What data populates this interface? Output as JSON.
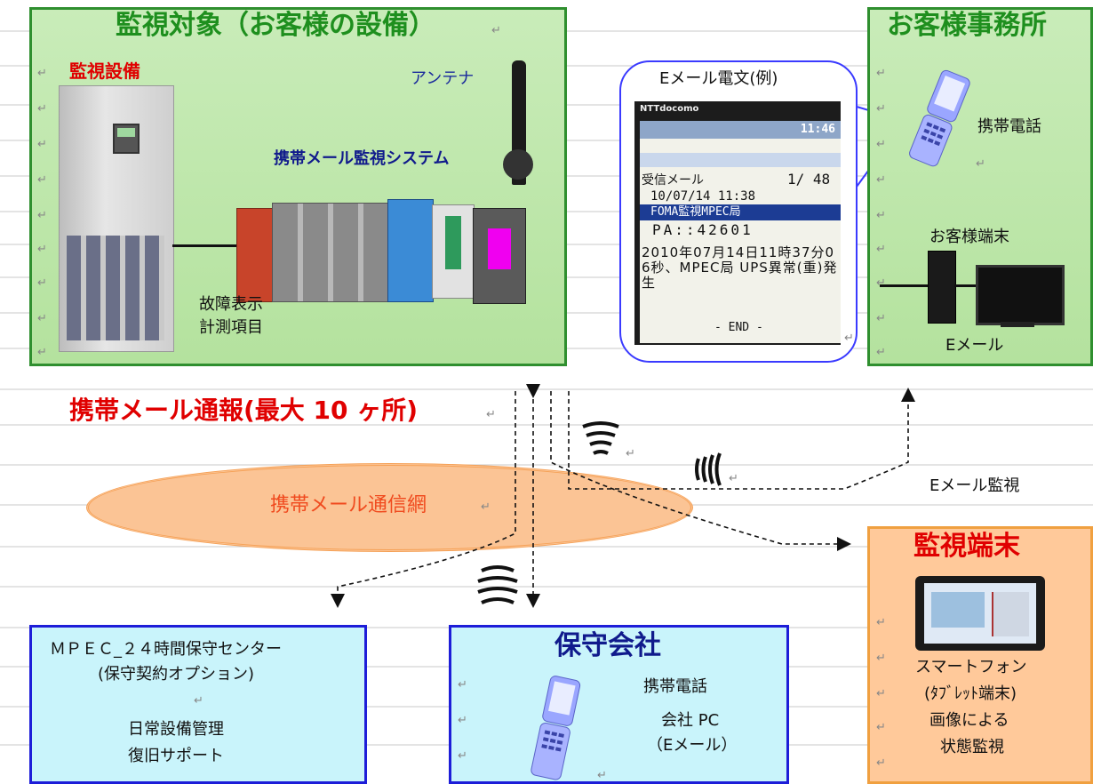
{
  "target": {
    "title": "監視対象（お客様の設備）",
    "equipment_label": "監視設備",
    "antenna_label": "アンテナ",
    "system_label": "携帯メール監視システム",
    "signal_label_1": "故障表示",
    "signal_label_2": "計測項目"
  },
  "email_sample": {
    "caption": "Eメール電文(例)",
    "carrier": "NTTdocomo",
    "clock": "11:46",
    "folder": "受信メール",
    "counter": "1/ 48",
    "datetime": "10/07/14 11:38",
    "sender": "FOMA監視MPEC局",
    "subject": "PA::42601",
    "body": "2010年07月14日11時37分06秒、MPEC局 UPS異常(重)発生",
    "end": "- END -"
  },
  "customer_office": {
    "title": "お客様事務所",
    "mobile_label": "携帯電話",
    "terminal_label": "お客様端末",
    "email_label": "Eメール"
  },
  "notify": {
    "title": "携帯メール通報(最大 10 ヶ所)",
    "network_label": "携帯メール通信網",
    "email_watch_label": "Eメール監視"
  },
  "monitor_terminal": {
    "title": "監視端末",
    "line1": "スマートフォン",
    "line2": "(ﾀﾌﾞﾚｯﾄ端末)",
    "line3": "画像による",
    "line4": "状態監視"
  },
  "mpec_center": {
    "line1": "ＭＰＥＣ_２４時間保守センター",
    "line2": "(保守契約オプション)",
    "line3": "日常設備管理",
    "line4": "復旧サポート"
  },
  "maintenance": {
    "title": "保守会社",
    "mobile_label": "携帯電話",
    "pc_label": "会社 PC",
    "pc_sub": "（Eメール）"
  },
  "colors": {
    "green_border": "#2f8f2f",
    "green_fill": "#b4e29e",
    "blue_border": "#1d1dd8",
    "cyan_fill": "#c9f4fb",
    "orange_fill": "#ffc99a",
    "red_text": "#e00000"
  }
}
